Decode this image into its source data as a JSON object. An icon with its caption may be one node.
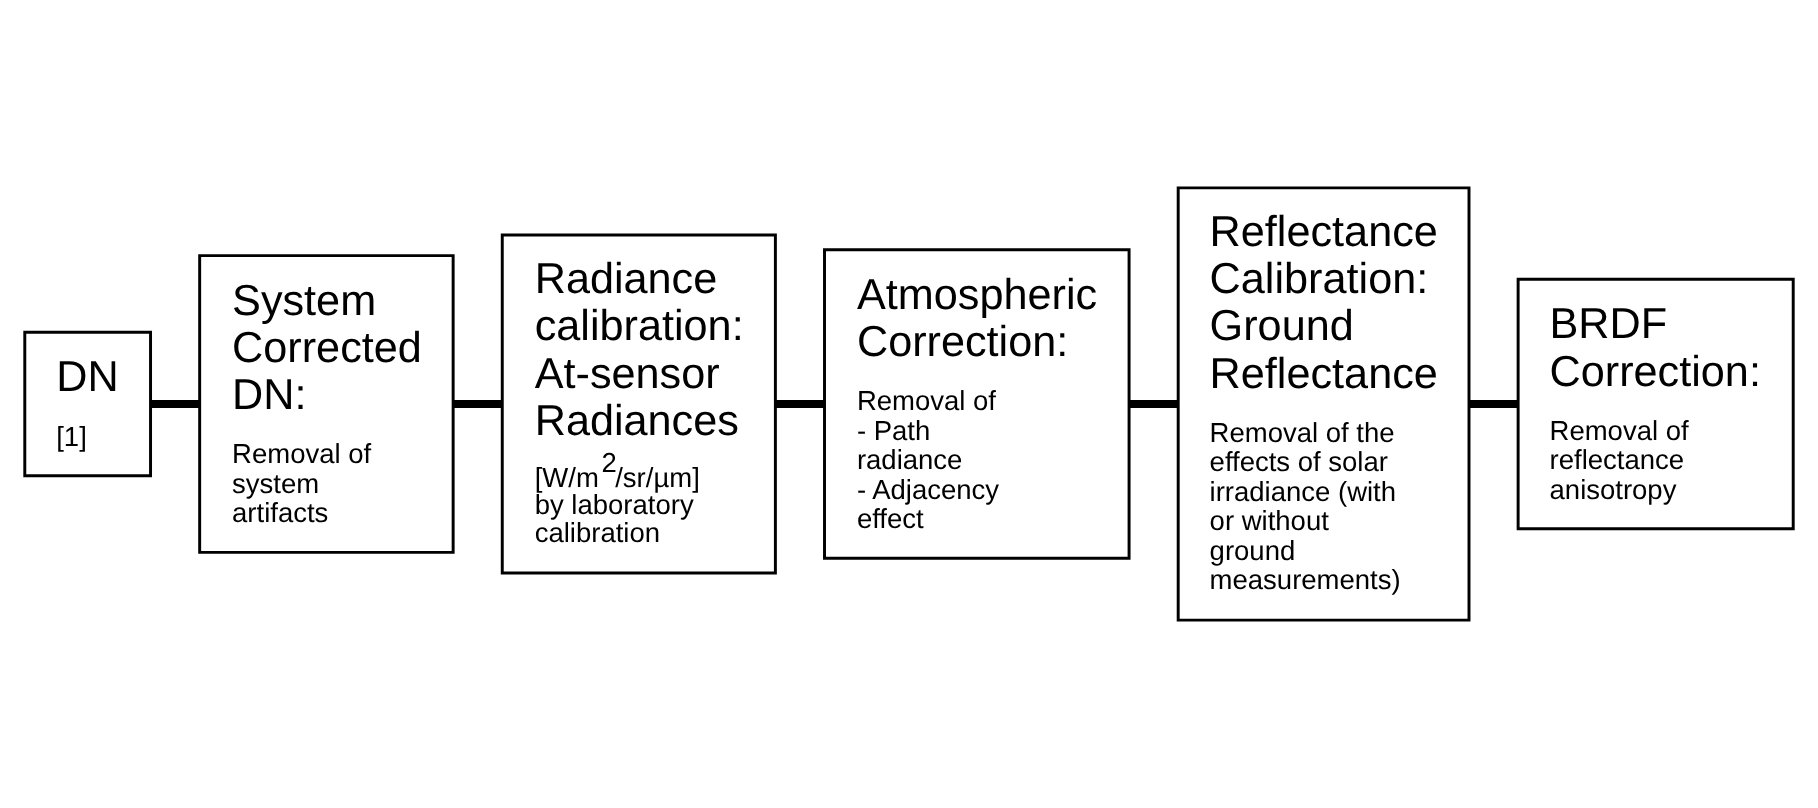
{
  "diagram": {
    "nodes": [
      {
        "text": [
          "DN",
          "[1]"
        ]
      },
      {
        "text": [
          "System Corrected DN:",
          "Removal of system artifacts"
        ]
      },
      {
        "text": [
          "Radiance calibration: At-sensor Radiances",
          "[W/m$^{2}$/sr/µm] by laboratory calibration"
        ]
      },
      {
        "text": [
          "Atmospheric Correction:",
          "Removal of - Path radiance - Adjacency effect"
        ]
      },
      {
        "text": [
          "Reflectance Calibration: Ground Reflectance",
          "Removal of the effects of solar irradiance (with or without ground measurements)"
        ]
      },
      {
        "text": [
          "BRDF Correction:",
          "Removal of reflectance anisotropy"
        ]
      }
    ],
    "edges": [
      {
        "from": 0,
        "to": 1,
        "arrow": "none"
      },
      {
        "from": 1,
        "to": 2,
        "arrow": "none"
      },
      {
        "from": 2,
        "to": 3,
        "arrow": "none"
      },
      {
        "from": 3,
        "to": 4,
        "arrow": "none"
      },
      {
        "from": 4,
        "to": 5,
        "arrow": "none"
      }
    ]
  }
}
